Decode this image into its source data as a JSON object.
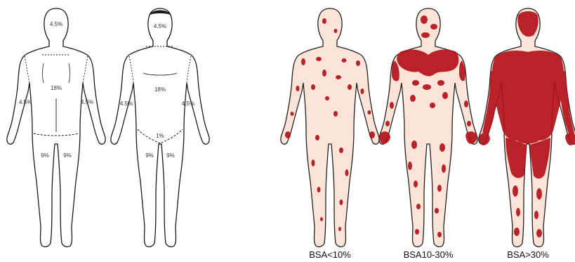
{
  "rule_of_nines": {
    "back": {
      "head": "4.5%",
      "trunk": "18%",
      "left_arm": "4.5%",
      "right_arm": "4.5%",
      "left_leg": "9%",
      "right_leg": "9%"
    },
    "front": {
      "head": "4.5%",
      "trunk": "18%",
      "left_arm": "4.5%",
      "right_arm": "4.5%",
      "groin": "1%",
      "left_leg": "9%",
      "right_leg": "9%"
    }
  },
  "severity": {
    "skin_color": "#fbe3d8",
    "outline_color": "#222222",
    "lesion_color": "#b3121a",
    "figures": [
      {
        "caption": "BSA<10%"
      },
      {
        "caption": "BSA10-30%"
      },
      {
        "caption": "BSA>30%"
      }
    ]
  }
}
